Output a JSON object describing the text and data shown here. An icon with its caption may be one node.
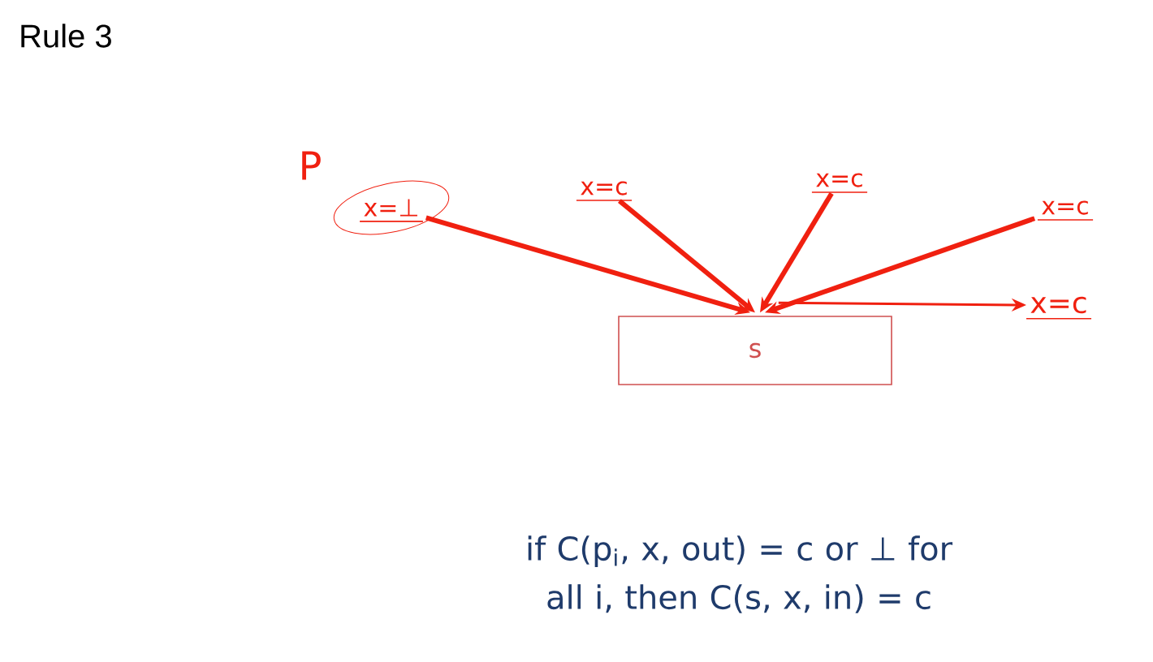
{
  "diagram": {
    "title": "Rule 3",
    "caption": "if C(p$_{i}$, x, out) = c or ⊥ for all i, then C(s, x, in) = c",
    "nodes": [
      {
        "text": [
          "x=⊥"
        ],
        "beside": [
          "P"
        ]
      },
      {
        "text": [
          "x=c"
        ]
      },
      {
        "text": [
          "x=c"
        ]
      },
      {
        "text": [
          "x=c"
        ]
      },
      {
        "text": [
          "s"
        ]
      },
      {
        "text": [
          "x=c"
        ]
      }
    ],
    "edges": [
      {
        "from": 0,
        "to": 4,
        "arrow": "to"
      },
      {
        "from": 1,
        "to": 4,
        "arrow": "to"
      },
      {
        "from": 2,
        "to": 4,
        "arrow": "to"
      },
      {
        "from": 3,
        "to": 4,
        "arrow": "to"
      },
      {
        "from": 4,
        "to": 5,
        "arrow": "to"
      }
    ]
  }
}
